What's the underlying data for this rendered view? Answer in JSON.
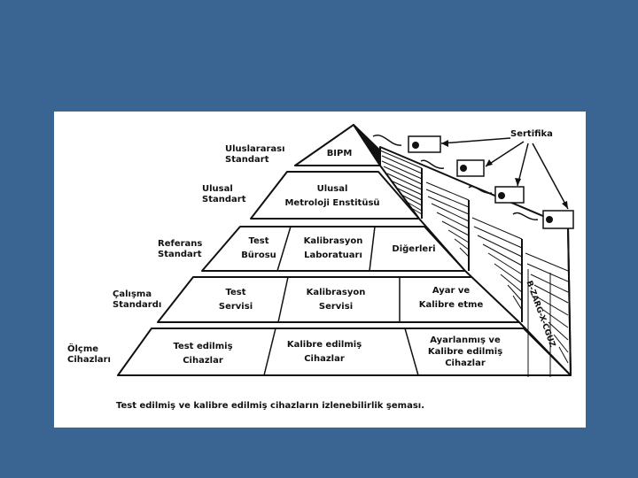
{
  "levels": [
    {
      "label": [
        "Uluslararası",
        "Standart"
      ],
      "cells": [
        [
          "BIPM"
        ]
      ]
    },
    {
      "label": [
        "Ulusal",
        "Standart"
      ],
      "cells": [
        [
          "Ulusal",
          "Metroloji  Enstitüsü"
        ]
      ]
    },
    {
      "label": [
        "Referans",
        "Standart"
      ],
      "cells": [
        [
          "Test",
          "Bürosu"
        ],
        [
          "Kalibrasyon",
          "Laboratuarı"
        ],
        [
          "Diğerleri"
        ]
      ]
    },
    {
      "label": [
        "Çalışma",
        "Standardı"
      ],
      "cells": [
        [
          "Test",
          "Servisi"
        ],
        [
          "Kalibrasyon",
          "Servisi"
        ],
        [
          "Ayar  ve",
          "Kalibre   etme"
        ]
      ]
    },
    {
      "label": [
        "Ölçme",
        "Cihazları"
      ],
      "cells": [
        [
          "Test   edilmiş",
          "Cihazlar"
        ],
        [
          "Kalibre  edilmiş",
          "Cihazlar"
        ],
        [
          "Ayarlanmış    ve",
          "Kalibre edilmiş",
          "Cihazlar"
        ]
      ]
    }
  ],
  "certificate_label": "Sertifika",
  "side_text": "B-ZARG-X-CGUZ",
  "caption": "Test  edilmiş  ve  kalibre    edilmiş   cihazların  izlenebilirlik   şeması."
}
